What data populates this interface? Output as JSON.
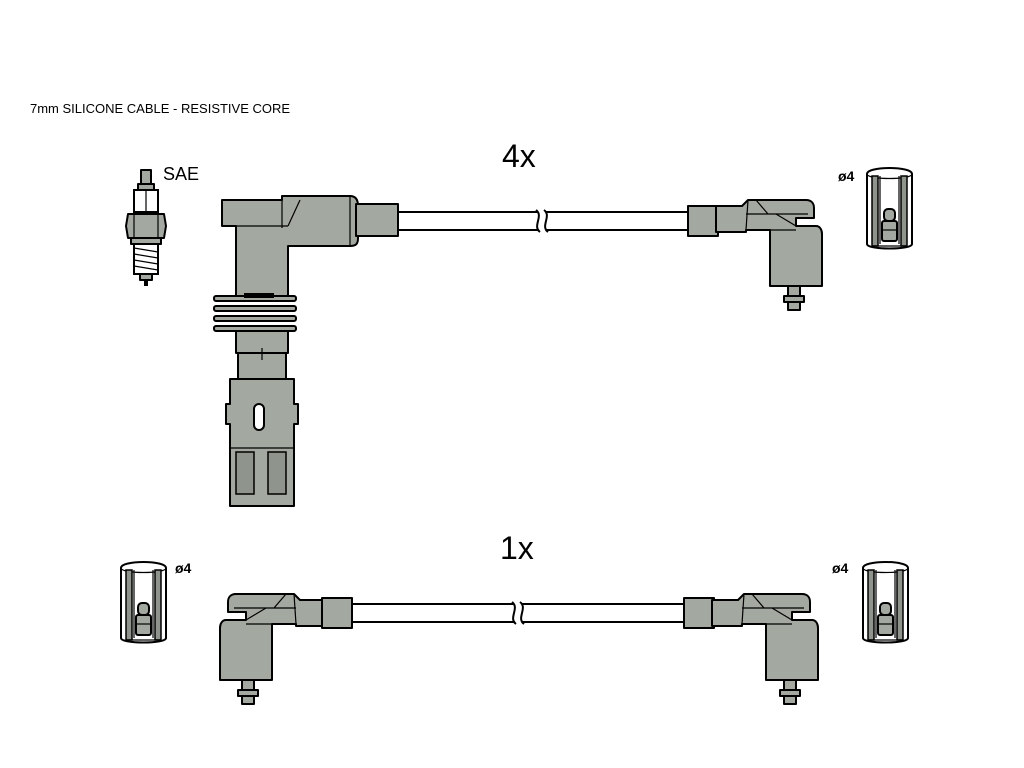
{
  "header": {
    "title": "7mm SILICONE CABLE - RESISTIVE CORE"
  },
  "top_set": {
    "quantity": "4x",
    "plug_standard": "SAE",
    "terminal_size": "ø4"
  },
  "bottom_set": {
    "quantity": "1x",
    "terminal_size_left": "ø4",
    "terminal_size_right": "ø4"
  }
}
